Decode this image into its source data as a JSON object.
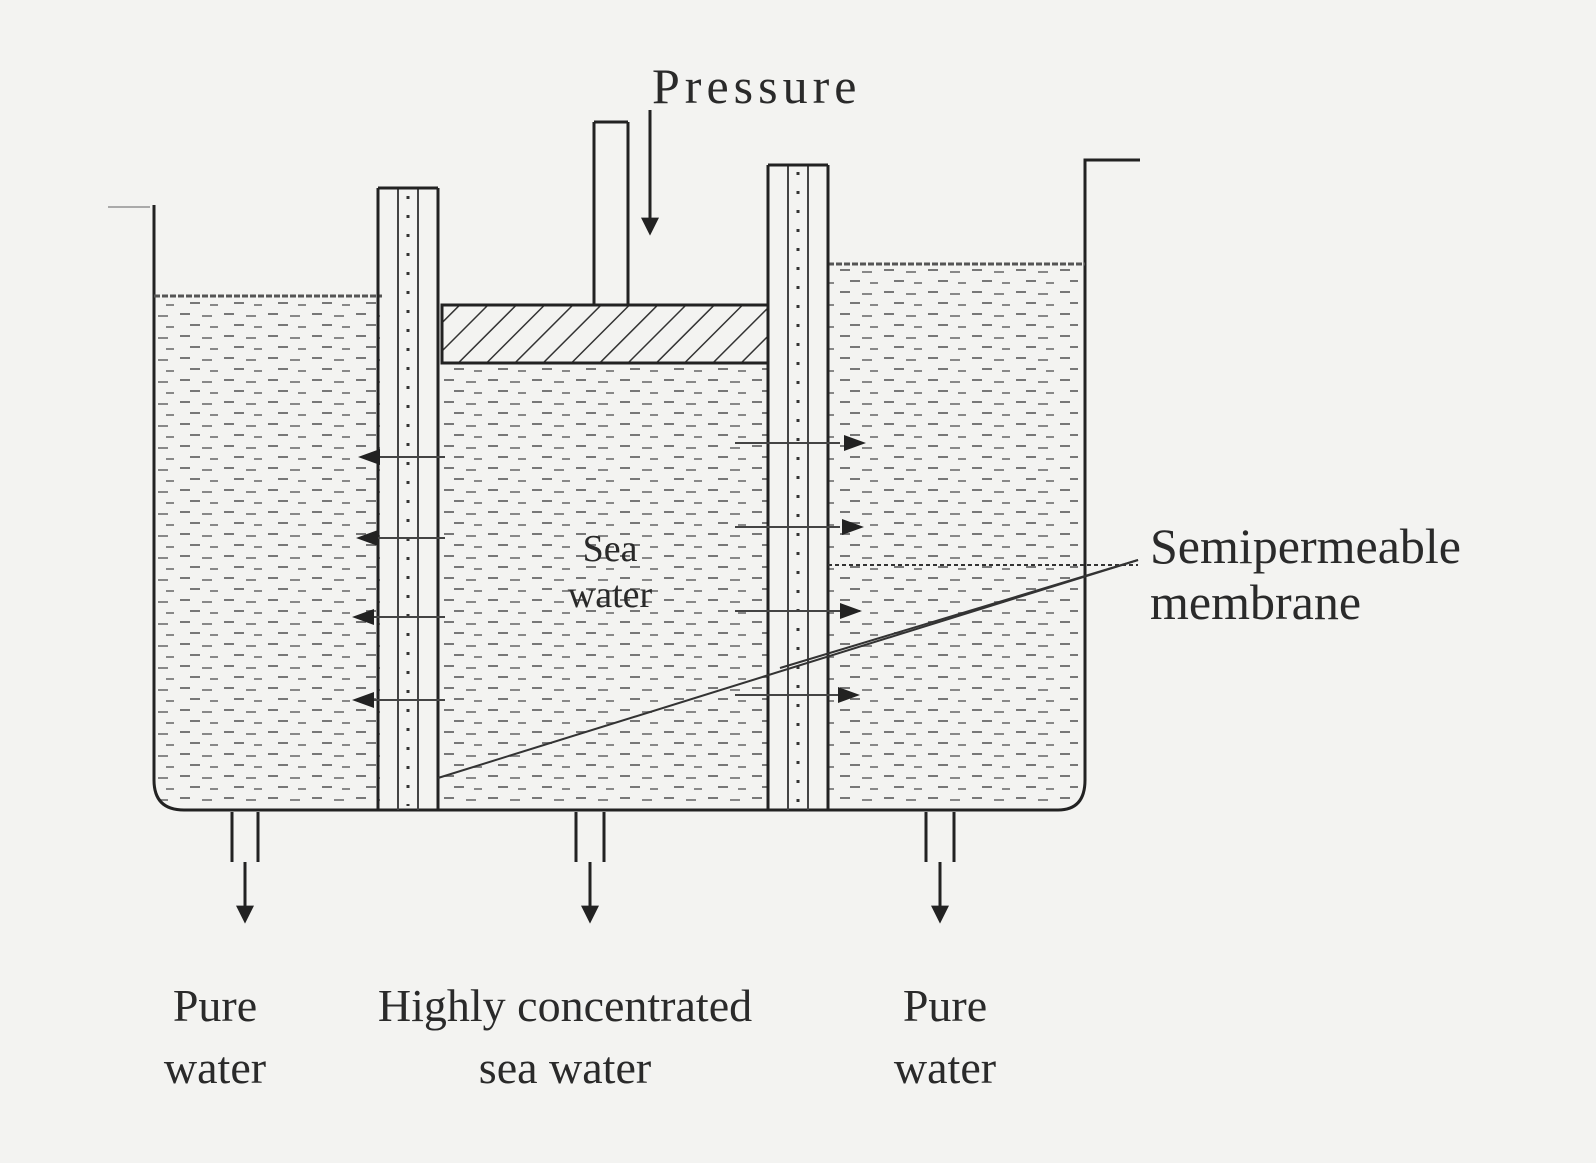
{
  "labels": {
    "pressure": "Pressure",
    "sea_water_line1": "Sea",
    "sea_water_line2": "water",
    "membrane_line1": "Semipermeable",
    "membrane_line2": "membrane"
  },
  "outlets": [
    {
      "line1": "Pure",
      "line2": "water"
    },
    {
      "line1": "Highly concentrated",
      "line2": "sea water"
    },
    {
      "line1": "Pure",
      "line2": "water"
    }
  ]
}
